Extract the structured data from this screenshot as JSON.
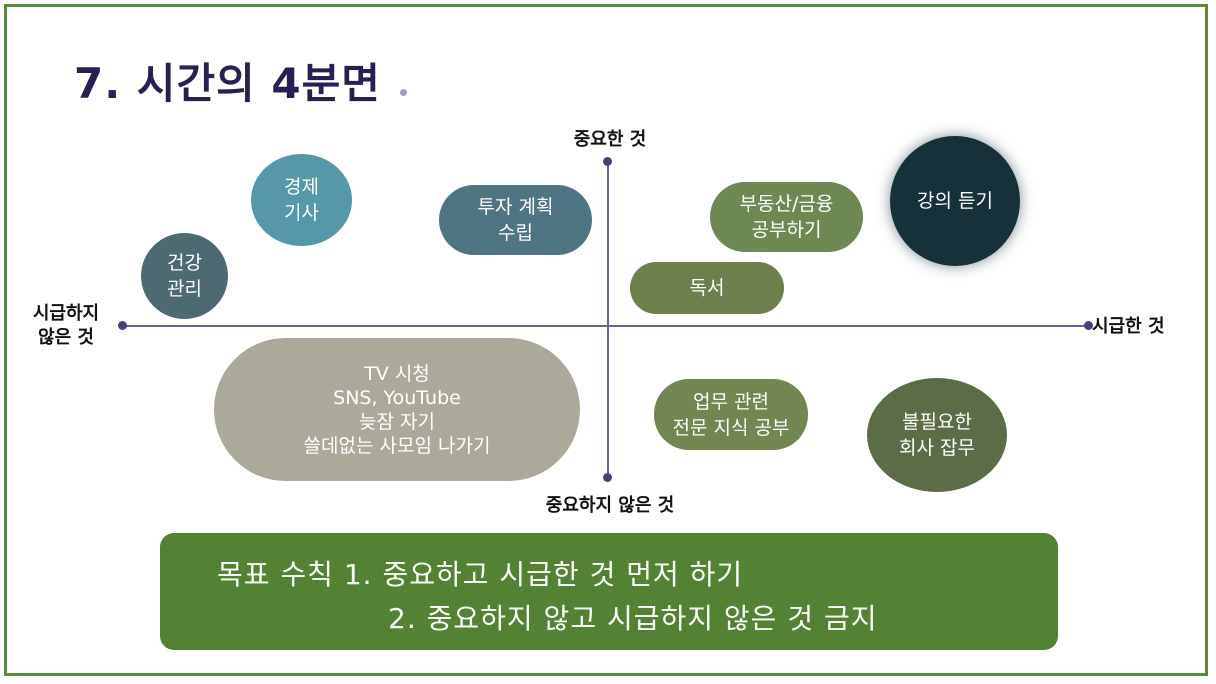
{
  "title": "7. 시간의 4분면",
  "axes": {
    "top": "중요한 것",
    "bottom": "중요하지 않은 것",
    "left": "시급하지\n않은 것",
    "right": "시급한 것"
  },
  "items": {
    "economy": "경제\n기사",
    "investment": "투자 계획\n수립",
    "health": "건강\n관리",
    "realestate": "부동산/금융\n공부하기",
    "reading": "독서",
    "lecture": "강의 듣기",
    "waste": "TV 시청\nSNS, YouTube\n늦잠 자기\n쓸데없는 사모임 나가기",
    "work_study": "업무 관련\n전문 지식 공부",
    "chores": "불필요한\n회사 잡무"
  },
  "rules": {
    "line1": "목표 수칙 1. 중요하고 시급한 것 먼저 하기",
    "line2": "2. 중요하지 않고 시급하지 않은 것 금지"
  },
  "colors": {
    "title": "#2a1f52",
    "axis": "#6b5f95",
    "rule_box": "#548235",
    "frame": "#5a8a3a"
  }
}
